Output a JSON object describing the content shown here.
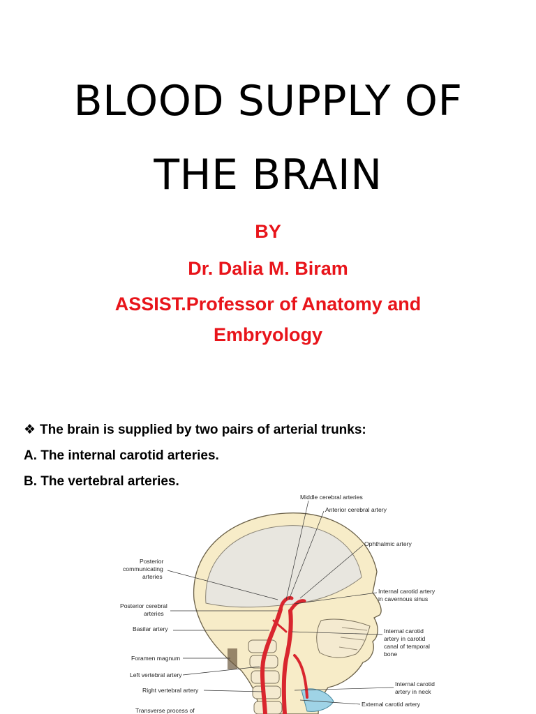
{
  "title": {
    "line1": "BLOOD SUPPLY OF",
    "line2": "THE BRAIN"
  },
  "author": {
    "by": "BY",
    "name": "Dr. Dalia M. Biram",
    "position_line1": "ASSIST.Professor of Anatomy and",
    "position_line2": "Embryology"
  },
  "bullets": {
    "intro": "The brain is supplied by two pairs of arterial trunks:",
    "items": [
      "A. The internal carotid arteries.",
      "B. The vertebral arteries."
    ]
  },
  "figure": {
    "labels": {
      "middle_cerebral": "Middle cerebral arteries",
      "anterior_cerebral": "Anterior cerebral artery",
      "ophthalmic": "Ophthalmic artery",
      "posterior_communicating_1": "Posterior",
      "posterior_communicating_2": "communicating",
      "posterior_communicating_3": "arteries",
      "ica_cavernous_1": "Internal carotid artery",
      "ica_cavernous_2": "in cavernous sinus",
      "posterior_cerebral_1": "Posterior cerebral",
      "posterior_cerebral_2": "arteries",
      "basilar": "Basilar artery",
      "ica_canal_1": "Internal carotid",
      "ica_canal_2": "artery in carotid",
      "ica_canal_3": "canal of temporal",
      "ica_canal_4": "bone",
      "foramen_magnum": "Foramen magnum",
      "left_vertebral": "Left vertebral artery",
      "right_vertebral": "Right vertebral artery",
      "ica_neck_1": "Internal carotid",
      "ica_neck_2": "artery in neck",
      "external_carotid": "External carotid artery",
      "transverse_process": "Transverse process of"
    }
  },
  "colors": {
    "accent": "#e8141a",
    "artery": "#d9262e",
    "bone": "#f4ead0",
    "skin": "#f7ecc8"
  }
}
